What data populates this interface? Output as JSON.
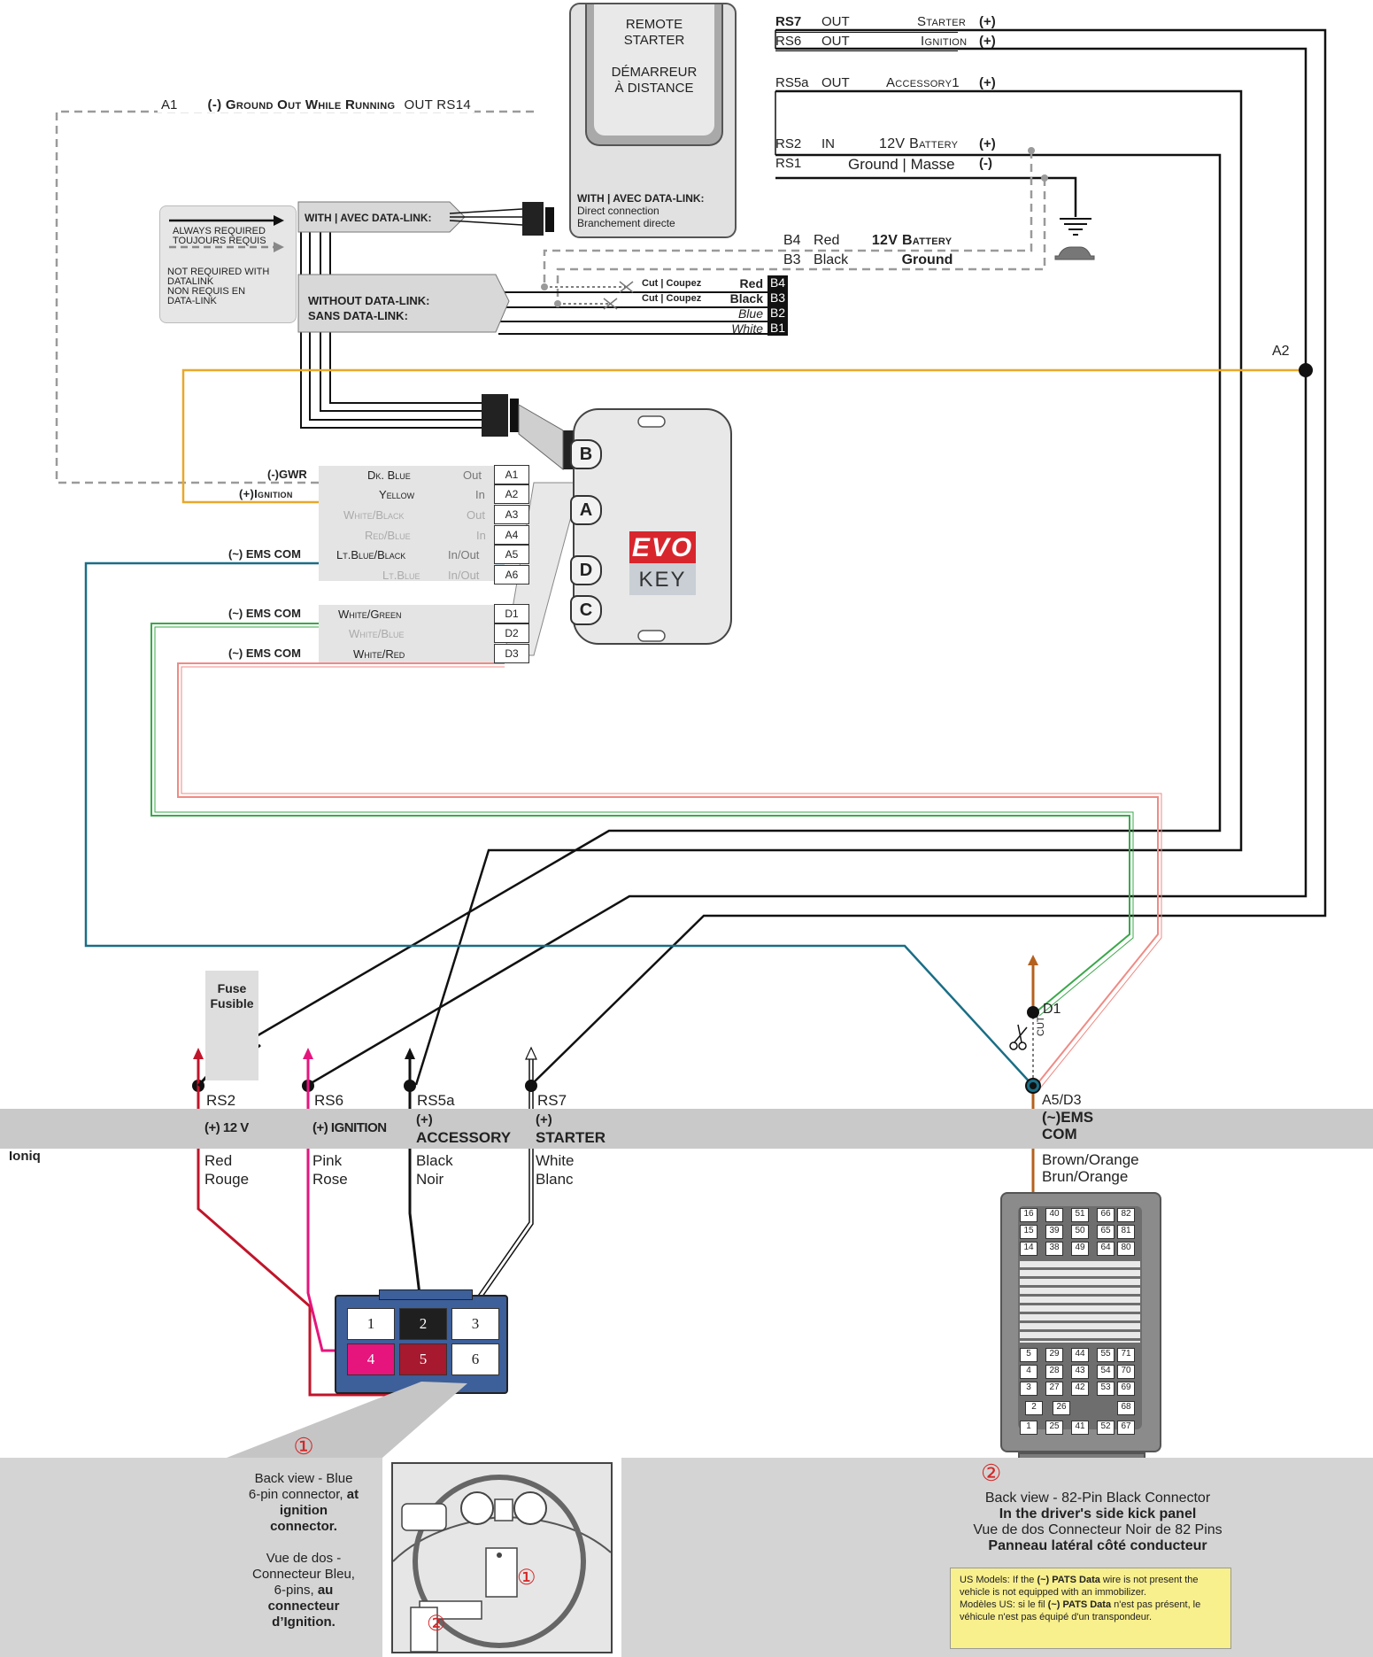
{
  "remote_starter": {
    "title_en_1": "REMOTE",
    "title_en_2": "STARTER",
    "title_fr_1": "DÉMARREUR",
    "title_fr_2": "À DISTANCE",
    "datalink_title": "WITH | AVEC DATA-LINK:",
    "datalink_line1": "Direct connection",
    "datalink_line2": "Branchement directe"
  },
  "rs_outputs": [
    {
      "code": "RS7",
      "dir": "OUT",
      "name": "Starter",
      "pol": "(+)"
    },
    {
      "code": "RS6",
      "dir": "OUT",
      "name": "Ignition",
      "pol": "(+)"
    },
    {
      "code": "RS5a",
      "dir": "OUT",
      "name": "Accessory1",
      "pol": "(+)"
    },
    {
      "code": "RS2",
      "dir": "IN",
      "name": "12V Battery",
      "pol": "(+)"
    },
    {
      "code": "RS1",
      "dir": "",
      "name": "Ground | Masse",
      "pol": "(-)"
    }
  ],
  "ground_out": {
    "a1": "A1",
    "text": "(-) Ground Out While Running",
    "out": "OUT RS14"
  },
  "legend": {
    "always_en": "ALWAYS REQUIRED",
    "always_fr": "TOUJOURS REQUIS",
    "not_req_1": "NOT REQUIRED WITH",
    "not_req_2": "DATALINK",
    "not_req_3": "NON REQUIS EN",
    "not_req_4": "DATA-LINK"
  },
  "datalink": {
    "with": "WITH | AVEC DATA-LINK:",
    "without_en": "WITHOUT DATA-LINK:",
    "without_fr": "SANS DATA-LINK:"
  },
  "b_wires": {
    "b4": "B4",
    "b4_color": "Red",
    "b4_name": "12V Battery",
    "b3": "B3",
    "b3_color": "Black",
    "b3_name": "Ground"
  },
  "cut_rows": [
    {
      "cut": "Cut | Coupez",
      "color": "Red",
      "pin": "B4"
    },
    {
      "cut": "Cut | Coupez",
      "color": "Black",
      "pin": "B3"
    },
    {
      "cut": "",
      "color": "Blue",
      "pin": "B2"
    },
    {
      "cut": "",
      "color": "White",
      "pin": "B1"
    }
  ],
  "a2_label": "A2",
  "connector_a": [
    {
      "label": "(-)GWR",
      "color": "Dk. Blue",
      "io": "Out",
      "pin": "A1",
      "active": true
    },
    {
      "label": "(+)Ignition",
      "color": "Yellow",
      "io": "In",
      "pin": "A2",
      "active": true
    },
    {
      "label": "",
      "color": "White/Black",
      "io": "Out",
      "pin": "A3",
      "active": false
    },
    {
      "label": "",
      "color": "Red/Blue",
      "io": "In",
      "pin": "A4",
      "active": false
    },
    {
      "label": "(~) EMS COM",
      "color": "Lt.Blue/Black",
      "io": "In/Out",
      "pin": "A5",
      "active": true
    },
    {
      "label": "",
      "color": "Lt.Blue",
      "io": "In/Out",
      "pin": "A6",
      "active": false
    }
  ],
  "connector_d": [
    {
      "label": "(~) EMS COM",
      "color": "White/Green",
      "pin": "D1",
      "active": true
    },
    {
      "label": "",
      "color": "White/Blue",
      "pin": "D2",
      "active": false
    },
    {
      "label": "(~) EMS COM",
      "color": "White/Red",
      "pin": "D3",
      "active": true
    }
  ],
  "module": {
    "letters": [
      "B",
      "A",
      "D",
      "C"
    ],
    "brand": "EVO",
    "sub": "KEY"
  },
  "fuse": {
    "line1": "Fuse",
    "line2": "Fusible"
  },
  "vehicle": {
    "model": "Ioniq"
  },
  "terminals": [
    {
      "code": "RS2",
      "func": "(+) 12 V",
      "color_en": "Red",
      "color_fr": "Rouge"
    },
    {
      "code": "RS6",
      "func": "(+) IGNITION",
      "color_en": "Pink",
      "color_fr": "Rose"
    },
    {
      "code": "RS5a",
      "func1": "(+)",
      "func2": "ACCESSORY",
      "color_en": "Black",
      "color_fr": "Noir"
    },
    {
      "code": "RS7",
      "func1": "(+)",
      "func2": "STARTER",
      "color_en": "White",
      "color_fr": "Blanc"
    }
  ],
  "ems": {
    "d1": "D1",
    "cut": "CUT",
    "a5d3": "A5/D3",
    "func1": "(~)EMS",
    "func2": "COM",
    "color_en": "Brown/Orange",
    "color_fr": "Brun/Orange"
  },
  "connector6": {
    "pins": [
      "1",
      "2",
      "3",
      "4",
      "5",
      "6"
    ]
  },
  "connector82": {
    "rows": [
      [
        "16",
        "40",
        "51",
        "66",
        "82"
      ],
      [
        "15",
        "39",
        "50",
        "65",
        "81"
      ],
      [
        "14",
        "38",
        "49",
        "64",
        "80"
      ],
      [
        "5",
        "29",
        "44",
        "55",
        "71"
      ],
      [
        "4",
        "28",
        "43",
        "54",
        "70"
      ],
      [
        "3",
        "27",
        "42",
        "53",
        "69"
      ],
      [
        "2",
        "26",
        "68"
      ],
      [
        "1",
        "25",
        "41",
        "52",
        "67"
      ]
    ]
  },
  "panel1": {
    "num": "①",
    "en1": "Back view - Blue",
    "en2": "6-pin connector,",
    "en3": "at",
    "en4": "ignition",
    "en5": "connector.",
    "fr1": "Vue de dos -",
    "fr2": "Connecteur Bleu,",
    "fr3": "6-pins,",
    "fr4": "au",
    "fr5": "connecteur",
    "fr6": "d’Ignition."
  },
  "panel_image": {
    "num1": "①",
    "num2": "②"
  },
  "panel2": {
    "num": "②",
    "l1": "Back view - 82-Pin Black Connector",
    "l2": "In the driver's side kick panel",
    "l3": "Vue de dos Connecteur Noir de 82 Pins",
    "l4": "Panneau latéral côté conducteur"
  },
  "note": {
    "en_a": "US Models: If the",
    "en_b": "(~) PATS Data",
    "en_c": "wire is not present the vehicle is not equipped with an immobilizer.",
    "fr_a": "Modèles US: si le fil",
    "fr_b": "(~) PATS Data",
    "fr_c": "n'est pas présent, le véhicule n'est pas équipé d'un transpondeur."
  },
  "colors": {
    "yellow": "#e8a82a",
    "teal": "#1a6e86",
    "green": "#3aa84a",
    "salmon": "#f08a84",
    "pink": "#e5157d",
    "red": "#c0152a",
    "brown": "#b5611e",
    "gray_dash": "#a0a0a0"
  }
}
